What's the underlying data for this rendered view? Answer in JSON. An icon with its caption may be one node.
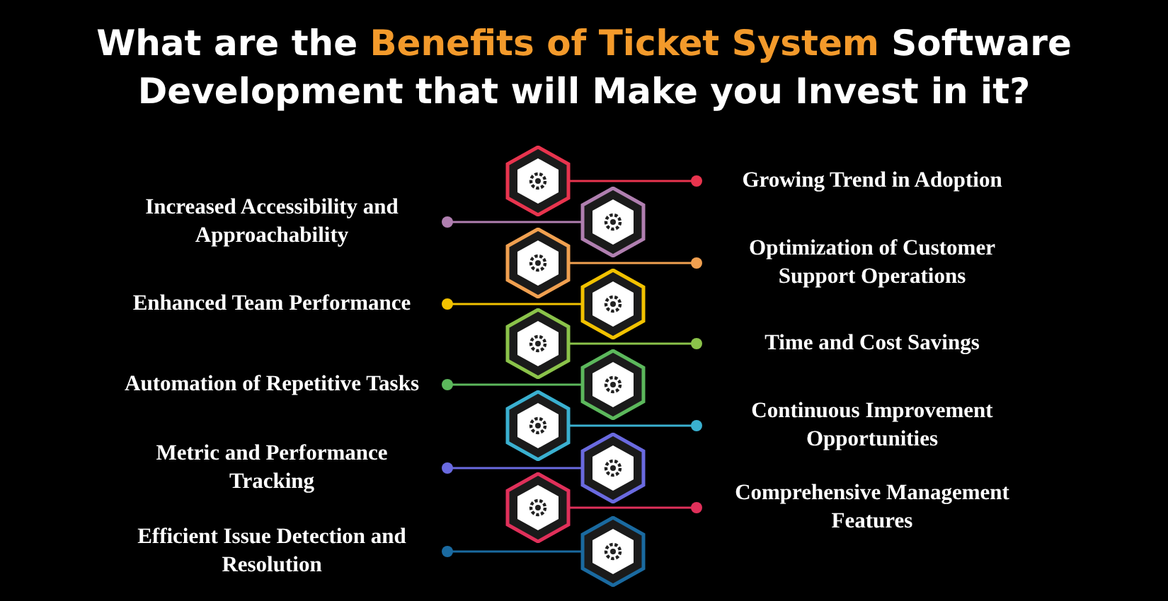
{
  "diagram": {
    "title": "What are the *Benefits of Ticket System* Software Development that will Make you Invest in it?",
    "nodes": [
      {
        "text": [],
        "shape": "hexagon"
      },
      {
        "text": [
          "Growing Trend in Adoption"
        ]
      },
      {
        "text": [],
        "shape": "hexagon"
      },
      {
        "text": [
          "Increased Accessibility and Approachability"
        ]
      },
      {
        "text": [],
        "shape": "hexagon"
      },
      {
        "text": [
          "Optimization of Customer Support Operations"
        ]
      },
      {
        "text": [],
        "shape": "hexagon"
      },
      {
        "text": [
          "Enhanced Team Performance"
        ]
      },
      {
        "text": [],
        "shape": "hexagon"
      },
      {
        "text": [
          "Time and Cost Savings"
        ]
      },
      {
        "text": [],
        "shape": "hexagon"
      },
      {
        "text": [
          "Automation of Repetitive Tasks"
        ]
      },
      {
        "text": [],
        "shape": "hexagon"
      },
      {
        "text": [
          "Continuous Improvement Opportunities"
        ]
      },
      {
        "text": [],
        "shape": "hexagon"
      },
      {
        "text": [
          "Metric and Performance Tracking"
        ]
      },
      {
        "text": [],
        "shape": "hexagon"
      },
      {
        "text": [
          "Comprehensive Management Features"
        ]
      },
      {
        "text": [],
        "shape": "hexagon"
      },
      {
        "text": [
          "Efficient Issue Detection and Resolution"
        ]
      }
    ],
    "edges": [
      {
        "from": 1,
        "to": 0,
        "arrow": "other",
        "color": "#e8344e"
      },
      {
        "from": 3,
        "to": 2,
        "arrow": "other",
        "color": "#b07fb0"
      },
      {
        "from": 5,
        "to": 4,
        "arrow": "other",
        "color": "#f0a050"
      },
      {
        "from": 7,
        "to": 6,
        "arrow": "other",
        "color": "#f2c200"
      },
      {
        "from": 9,
        "to": 8,
        "arrow": "other",
        "color": "#8bc34a"
      },
      {
        "from": 11,
        "to": 10,
        "arrow": "other",
        "color": "#5cb85c"
      },
      {
        "from": 13,
        "to": 12,
        "arrow": "other",
        "color": "#3ab0d0"
      },
      {
        "from": 15,
        "to": 14,
        "arrow": "other",
        "color": "#6a6ae0"
      },
      {
        "from": 17,
        "to": 16,
        "arrow": "other",
        "color": "#e0305a"
      },
      {
        "from": 19,
        "to": 18,
        "arrow": "other",
        "color": "#1a6aa0"
      }
    ]
  }
}
